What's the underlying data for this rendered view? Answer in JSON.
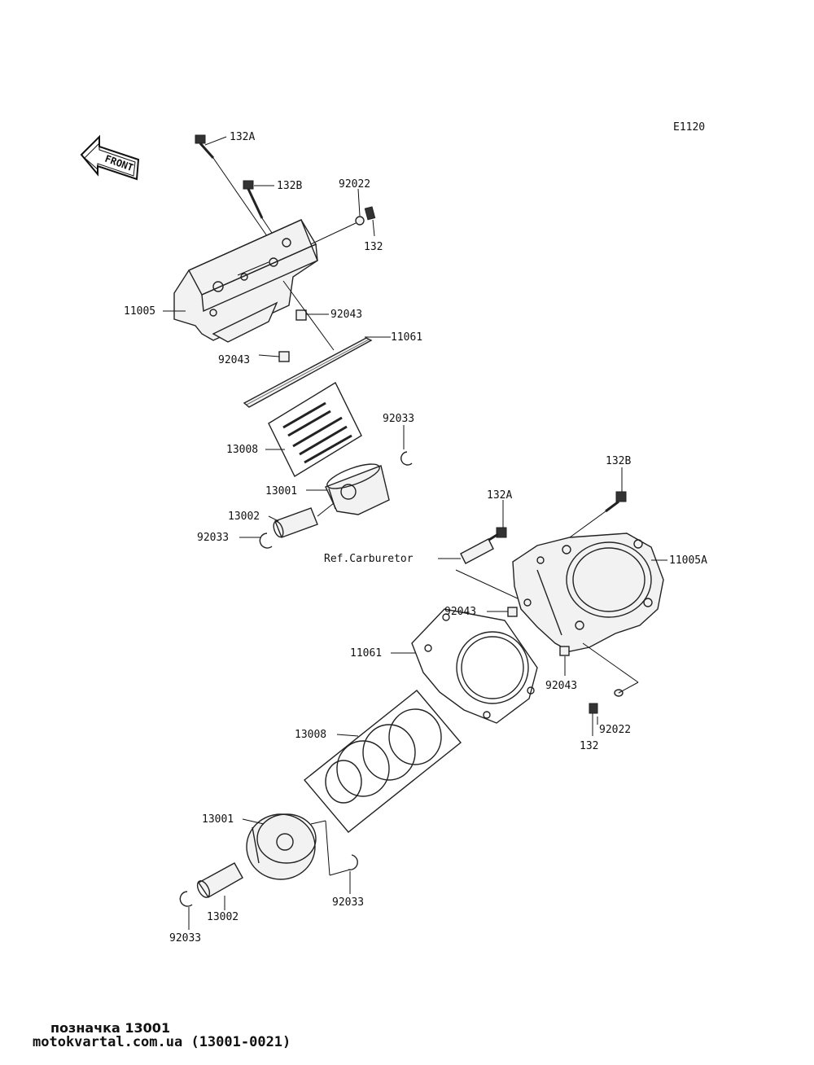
{
  "diagram": {
    "code": "E1120",
    "front_label": "FRONT",
    "ref_note": "Ref.Carburetor",
    "labels": {
      "p132A_top": "132A",
      "p132B_top": "132B",
      "p92022_top": "92022",
      "p132_top": "132",
      "p11005": "11005",
      "p92043_a": "92043",
      "p11061_top": "11061",
      "p92043_b": "92043",
      "p92033_a": "92033",
      "p13008_top": "13008",
      "p13001_top": "13001",
      "p13002_top": "13002",
      "p92033_b": "92033",
      "p132B_right": "132B",
      "p132A_mid": "132A",
      "p11005A": "11005A",
      "p92043_c": "92043",
      "p11061_bot": "11061",
      "p92043_d": "92043",
      "p92022_bot": "92022",
      "p132_bot": "132",
      "p13008_bot": "13008",
      "p13001_bot": "13001",
      "p13002_bot": "13002",
      "p92033_c": "92033",
      "p92033_d": "92033"
    }
  },
  "footer": {
    "caption": "позначка 13001",
    "source": "motokvartal.com.ua (13001-0021)"
  }
}
